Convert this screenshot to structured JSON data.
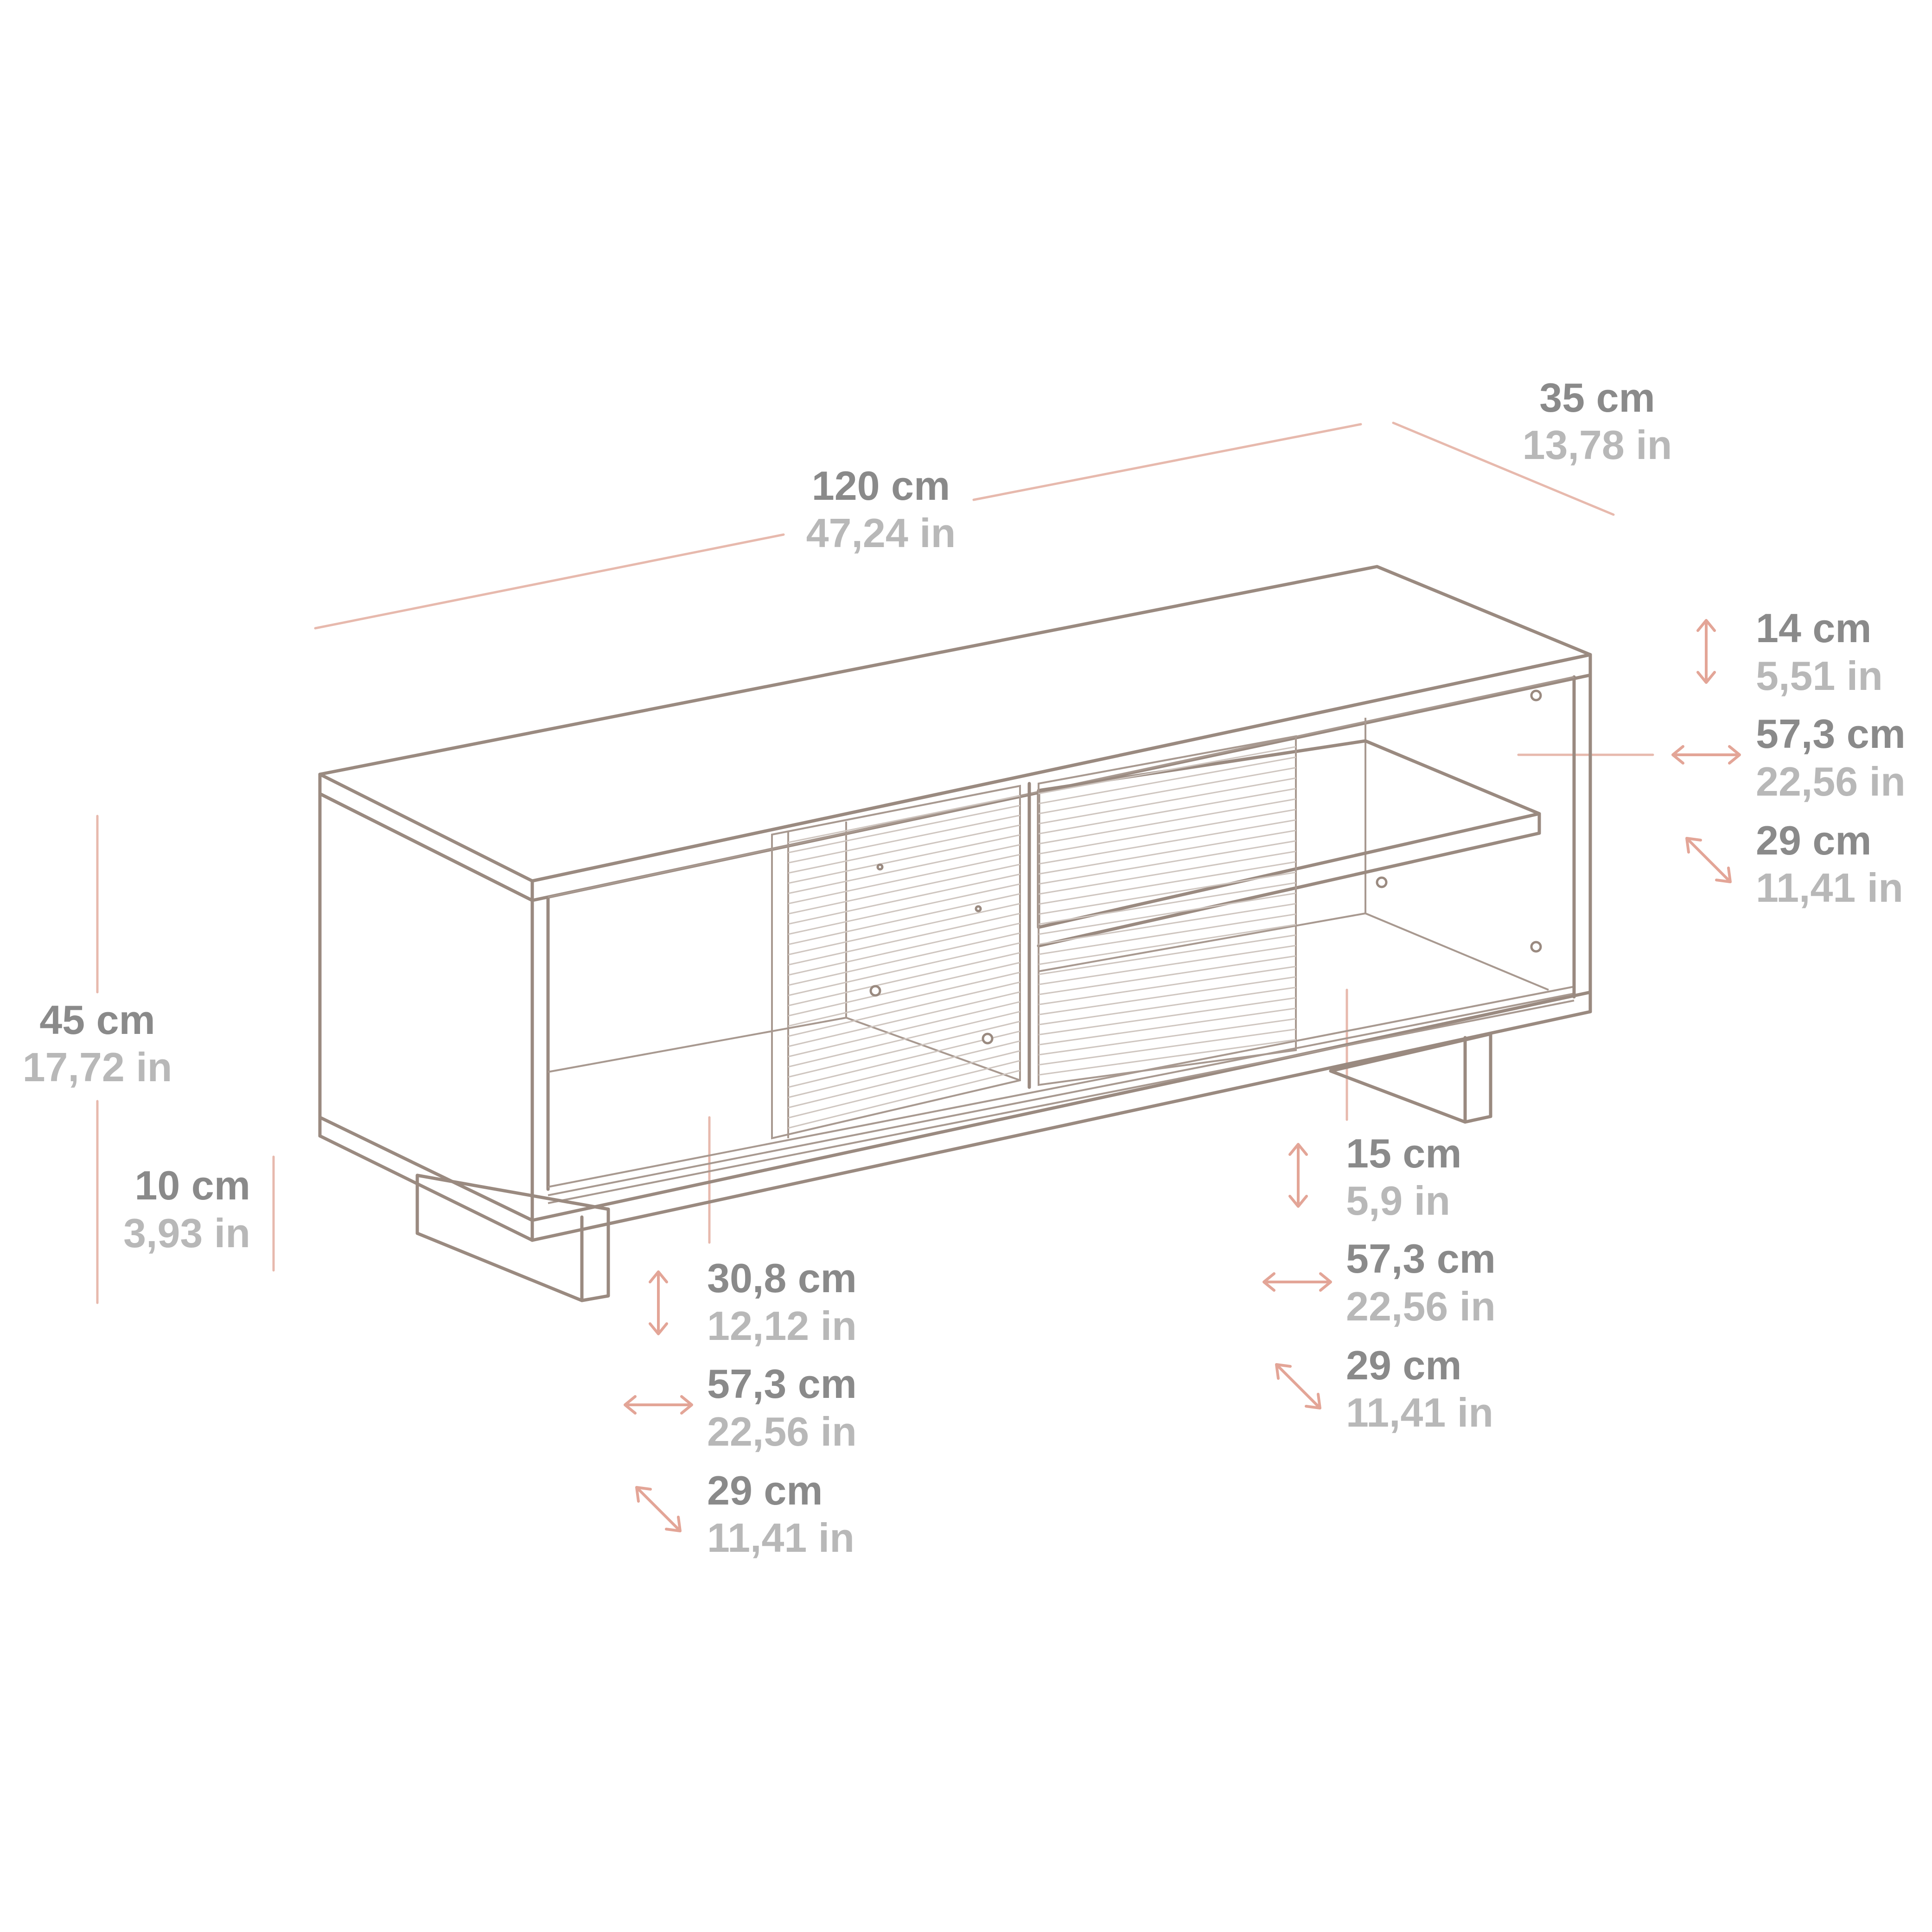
{
  "labels": {
    "width": {
      "cm": "120 cm",
      "in": "47,24 in"
    },
    "depth": {
      "cm": "35 cm",
      "in": "13,78 in"
    },
    "height": {
      "cm": "45 cm",
      "in": "17,72 in"
    },
    "legs": {
      "cm": "10 cm",
      "in": "3,93 in"
    },
    "top_shelf": {
      "height": {
        "cm": "14 cm",
        "in": "5,51 in"
      },
      "width": {
        "cm": "57,3 cm",
        "in": "22,56 in"
      },
      "depth": {
        "cm": "29 cm",
        "in": "11,41 in"
      }
    },
    "left_compartment": {
      "height": {
        "cm": "30,8 cm",
        "in": "12,12 in"
      },
      "width": {
        "cm": "57,3 cm",
        "in": "22,56 in"
      },
      "depth": {
        "cm": "29 cm",
        "in": "11,41 in"
      }
    },
    "right_compartment": {
      "height": {
        "cm": "15 cm",
        "in": "5,9 in"
      },
      "width": {
        "cm": "57,3 cm",
        "in": "22,56 in"
      },
      "depth": {
        "cm": "29 cm",
        "in": "11,41 in"
      }
    }
  },
  "colors": {
    "furniture_line": "#9a8a80",
    "dimension_line": "#e7b9ad",
    "cm_text": "#8a8a8a",
    "in_text": "#b8b8b8"
  },
  "icons": [
    "vertical-arrow-icon",
    "horizontal-arrow-icon",
    "diagonal-arrow-icon"
  ]
}
